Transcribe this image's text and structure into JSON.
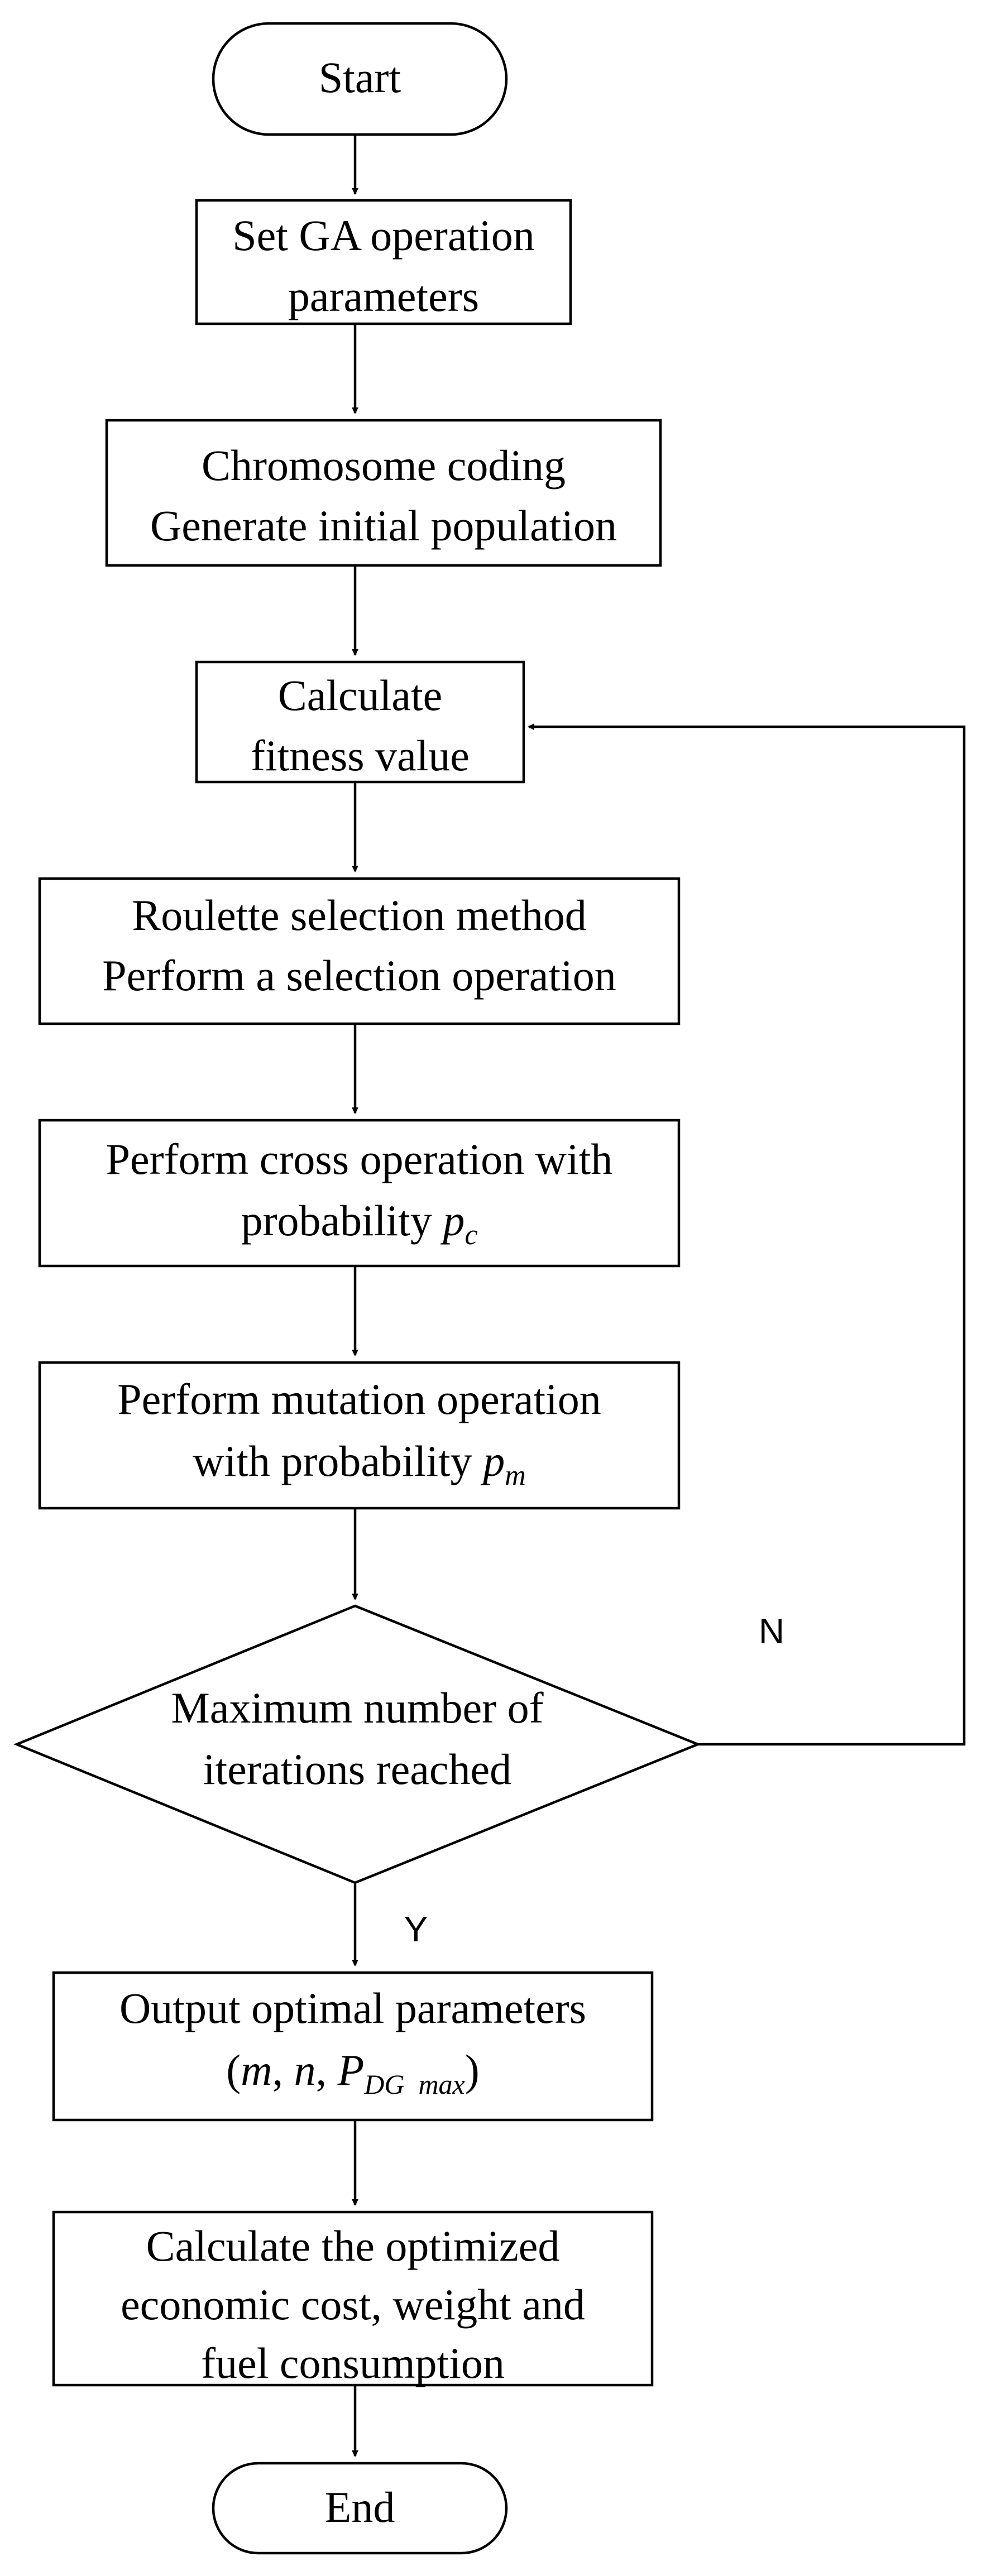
{
  "nodes": {
    "start": {
      "label": "Start"
    },
    "set_params": {
      "lines": [
        "Set GA operation",
        "parameters"
      ]
    },
    "coding": {
      "lines": [
        "Chromosome coding",
        "Generate initial population"
      ]
    },
    "fitness": {
      "lines": [
        "Calculate",
        "fitness value"
      ]
    },
    "selection": {
      "lines": [
        "Roulette selection method",
        "Perform a selection operation"
      ]
    },
    "crossover": {
      "line1": "Perform cross operation with",
      "line2_text": "probability ",
      "line2_var": "p",
      "line2_sub": "c"
    },
    "mutation": {
      "line1": "Perform mutation operation",
      "line2_text": "with probability ",
      "line2_var": "p",
      "line2_sub": "m"
    },
    "decision": {
      "lines": [
        "Maximum number of",
        "iterations reached"
      ]
    },
    "output": {
      "line1": "Output optimal parameters",
      "open_paren": "(",
      "var_m": "m",
      "comma1": ", ",
      "var_n": "n",
      "comma2": ", ",
      "var_p": "P",
      "sub_p": "DG  max",
      "close_paren": ")"
    },
    "calc_opt": {
      "lines": [
        "Calculate the optimized",
        "economic cost, weight and",
        "fuel consumption"
      ]
    },
    "end": {
      "label": "End"
    }
  },
  "edge_labels": {
    "no": "N",
    "yes": "Y"
  }
}
